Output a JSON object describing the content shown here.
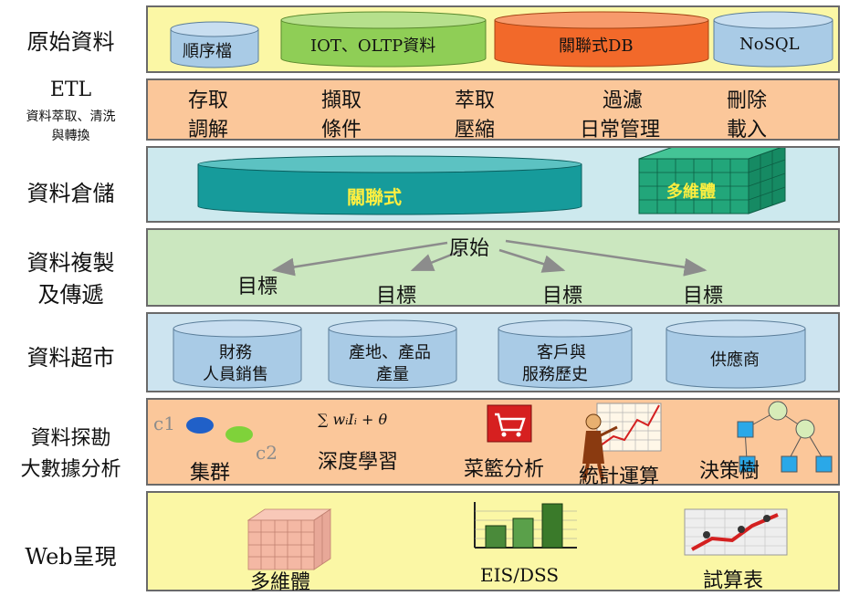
{
  "labels": {
    "source": "原始資料",
    "etl_title": "ETL",
    "etl_sub1": "資料萃取、清洗",
    "etl_sub2": "與轉換",
    "warehouse": "資料倉儲",
    "replication_1": "資料複製",
    "replication_2": "及傳遞",
    "datamart": "資料超市",
    "mining_1": "資料探勘",
    "mining_2": "大數據分析",
    "web": "Web呈現"
  },
  "sources": [
    "順序檔",
    "IOT、OLTP資料",
    "關聯式DB",
    "NoSQL"
  ],
  "etl_ops": [
    [
      "存取",
      "擷取",
      "萃取",
      "過濾",
      "刪除"
    ],
    [
      "調解",
      "條件",
      "壓縮",
      "日常管理",
      "載入"
    ]
  ],
  "warehouse": {
    "relational": "關聯式",
    "multidim": "多維體"
  },
  "replication": {
    "origin": "原始",
    "targets": [
      "目標",
      "目標",
      "目標",
      "目標"
    ]
  },
  "marts": [
    [
      "財務",
      "人員銷售"
    ],
    [
      "產地、產品",
      "產量"
    ],
    [
      "客戶與",
      "服務歷史"
    ],
    [
      "供應商"
    ]
  ],
  "mining": {
    "cluster_c1": "c1",
    "cluster_c2": "c2",
    "clustering": "集群",
    "formula": "∑ wᵢIᵢ + θ",
    "deep_learning": "深度學習",
    "basket": "菜籃分析",
    "statistics": "統計運算",
    "decision_tree": "決策樹"
  },
  "web": {
    "cube": "多維體",
    "eis": "EIS/DSS",
    "spreadsheet": "試算表"
  },
  "colors": {
    "source_bg": "#fbf7a5",
    "etl_bg": "#fbc79a",
    "warehouse_bg": "#cde9ee",
    "replication_bg": "#cbe7bf",
    "datamart_bg": "#cde4f0",
    "mining_bg": "#fbc79a",
    "web_bg": "#fbf7a5",
    "cyl_blue": "#a9cbe6",
    "cyl_green": "#8fce56",
    "cyl_orange": "#f2692a",
    "teal": "#169b9b",
    "cube_green": "#22a67a"
  }
}
